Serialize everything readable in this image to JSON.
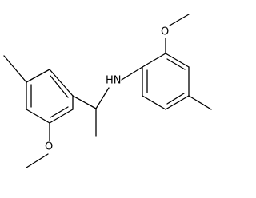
{
  "molecule": {
    "atoms": {
      "O1": "O",
      "O2": "O",
      "NH": "HN"
    }
  },
  "colors": {
    "background": "#ffffff",
    "ink": "#000000"
  }
}
